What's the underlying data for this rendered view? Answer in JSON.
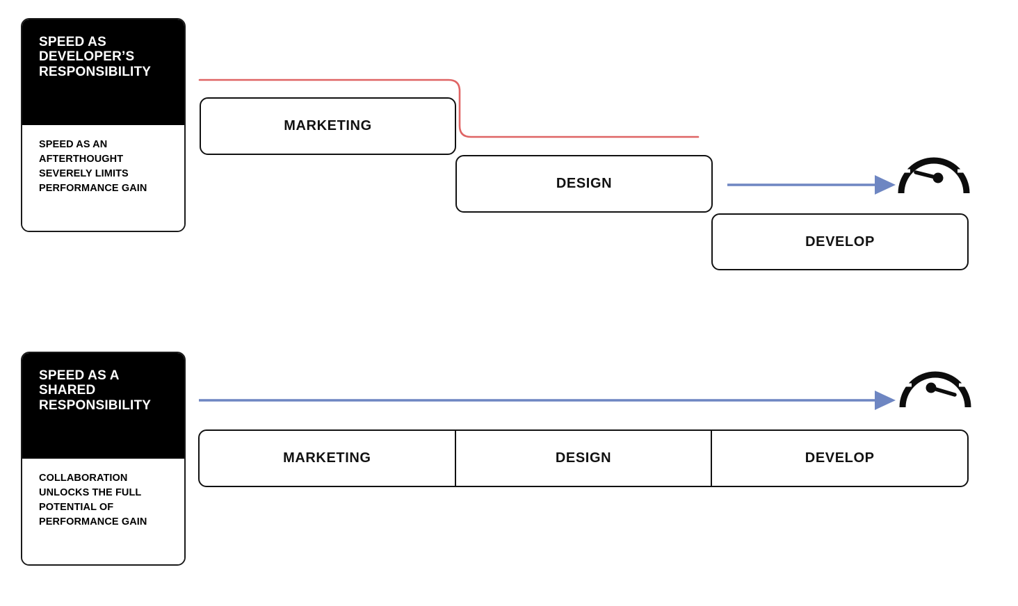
{
  "diagram": {
    "title": "Speed as developer's responsibility vs shared responsibility",
    "colors": {
      "accent_red": "#DF6464",
      "accent_blue": "#6E86C2",
      "ink": "#111111",
      "card_head_bg": "#000000",
      "card_head_fg": "#FFFFFF"
    }
  },
  "sections": [
    {
      "id": "developer-responsibility",
      "card": {
        "heading": "SPEED AS DEVELOPER’S RESPONSIBILITY",
        "body": "SPEED AS AN AFTERTHOUGHT SEVERELY LIMITS PERFORMANCE GAIN"
      },
      "stages": [
        {
          "label": "MARKETING"
        },
        {
          "label": "DESIGN"
        },
        {
          "label": "DEVELOP"
        }
      ],
      "connectors": {
        "red_line_name": "performance-ceiling-drop-line",
        "blue_arrow_name": "speed-flow-arrow"
      },
      "gauge": {
        "name": "speedometer-low",
        "needle_value": "low"
      }
    },
    {
      "id": "shared-responsibility",
      "card": {
        "heading": "SPEED AS A SHARED RESPONSIBILITY",
        "body": "COLLABORATION UNLOCKS THE FULL POTENTIAL OF PERFORMANCE GAIN"
      },
      "stages": [
        {
          "label": "MARKETING"
        },
        {
          "label": "DESIGN"
        },
        {
          "label": "DEVELOP"
        }
      ],
      "connectors": {
        "blue_arrow_name": "speed-flow-arrow-full"
      },
      "gauge": {
        "name": "speedometer-high",
        "needle_value": "high"
      }
    }
  ]
}
